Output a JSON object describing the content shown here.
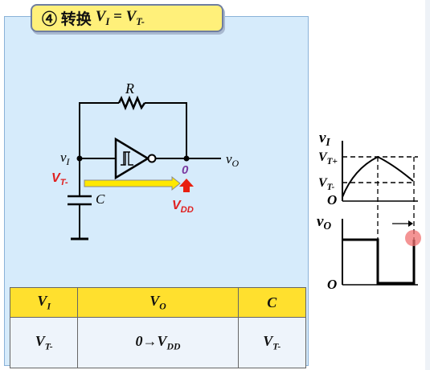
{
  "title": {
    "prefix": "④ 转换",
    "expr": "V_I = V_T-"
  },
  "circuit": {
    "resistor_label": "R",
    "capacitor_label": "C",
    "input_label": "v_I",
    "output_label": "v_O",
    "input_threshold_label": "V_T-",
    "output_level_label": "0",
    "supply_label": "V_DD",
    "colors": {
      "threshold": "#e02020",
      "output_zero": "#7a3aa0",
      "arrow": "#ffe800",
      "up_arrow": "#e82010"
    }
  },
  "waveform": {
    "vi_label": "v_I",
    "vt_plus_label": "V_T+",
    "vt_minus_label": "V_T-",
    "origin_top": "O",
    "vo_label": "v_O",
    "origin_bottom": "O",
    "cursor_color": "#f07070"
  },
  "table": {
    "headers": [
      "V_I",
      "V_O",
      "C"
    ],
    "rows": [
      [
        "V_T-",
        "0→V_DD",
        "V_T-"
      ]
    ]
  }
}
